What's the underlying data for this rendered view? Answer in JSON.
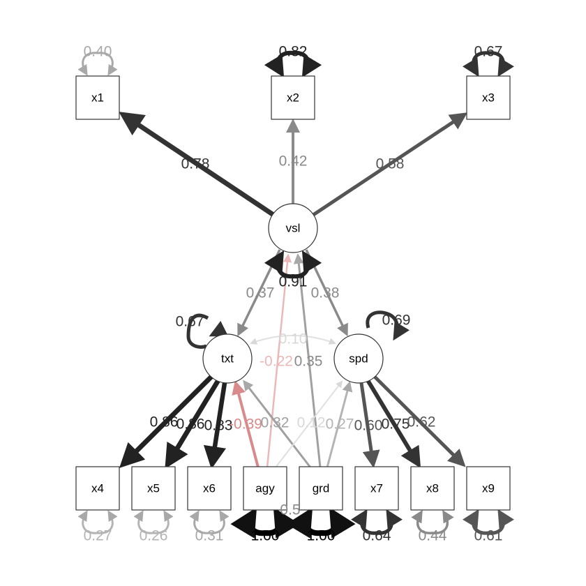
{
  "nodes": {
    "x1": "x1",
    "x2": "x2",
    "x3": "x3",
    "vsl": "vsl",
    "txt": "txt",
    "spd": "spd",
    "x4": "x4",
    "x5": "x5",
    "x6": "x6",
    "agy": "agy",
    "grd": "grd",
    "x7": "x7",
    "x8": "x8",
    "x9": "x9"
  },
  "loadings": {
    "vsl_x1": "0.78",
    "vsl_x2": "0.42",
    "vsl_x3": "0.58",
    "txt_x4": "0.86",
    "txt_x5": "0.86",
    "txt_x6": "0.83",
    "spd_x7": "0.60",
    "spd_x8": "0.75",
    "spd_x9": "0.62"
  },
  "regressions": {
    "vsl_txt": "0.37",
    "vsl_spd": "0.38",
    "agy_txt": "-0.39",
    "grd_txt": "0.32",
    "agy_spd": "0.12",
    "grd_spd": "0.27",
    "agy_vsl": "-0.22",
    "grd_vsl": "0.35"
  },
  "covariances": {
    "txt_spd": "0.10",
    "agy_grd": "0.5"
  },
  "variances": {
    "x1": "0.40",
    "x2": "0.82",
    "x3": "0.67",
    "vsl": "0.91",
    "txt": "0.67",
    "spd": "0.69",
    "x4": "0.27",
    "x5": "0.26",
    "x6": "0.31",
    "agy": "1.00",
    "grd": "1.00",
    "x7": "0.64",
    "x8": "0.44",
    "x9": "0.61"
  },
  "colors": {
    "positive_scale": [
      "#e0e0e0",
      "#a8a8a8",
      "#8a8a8a",
      "#555555",
      "#333333",
      "#222222",
      "#111111"
    ],
    "negative_strong": "#d98a8a",
    "negative_weak": "#ebb8b8"
  }
}
